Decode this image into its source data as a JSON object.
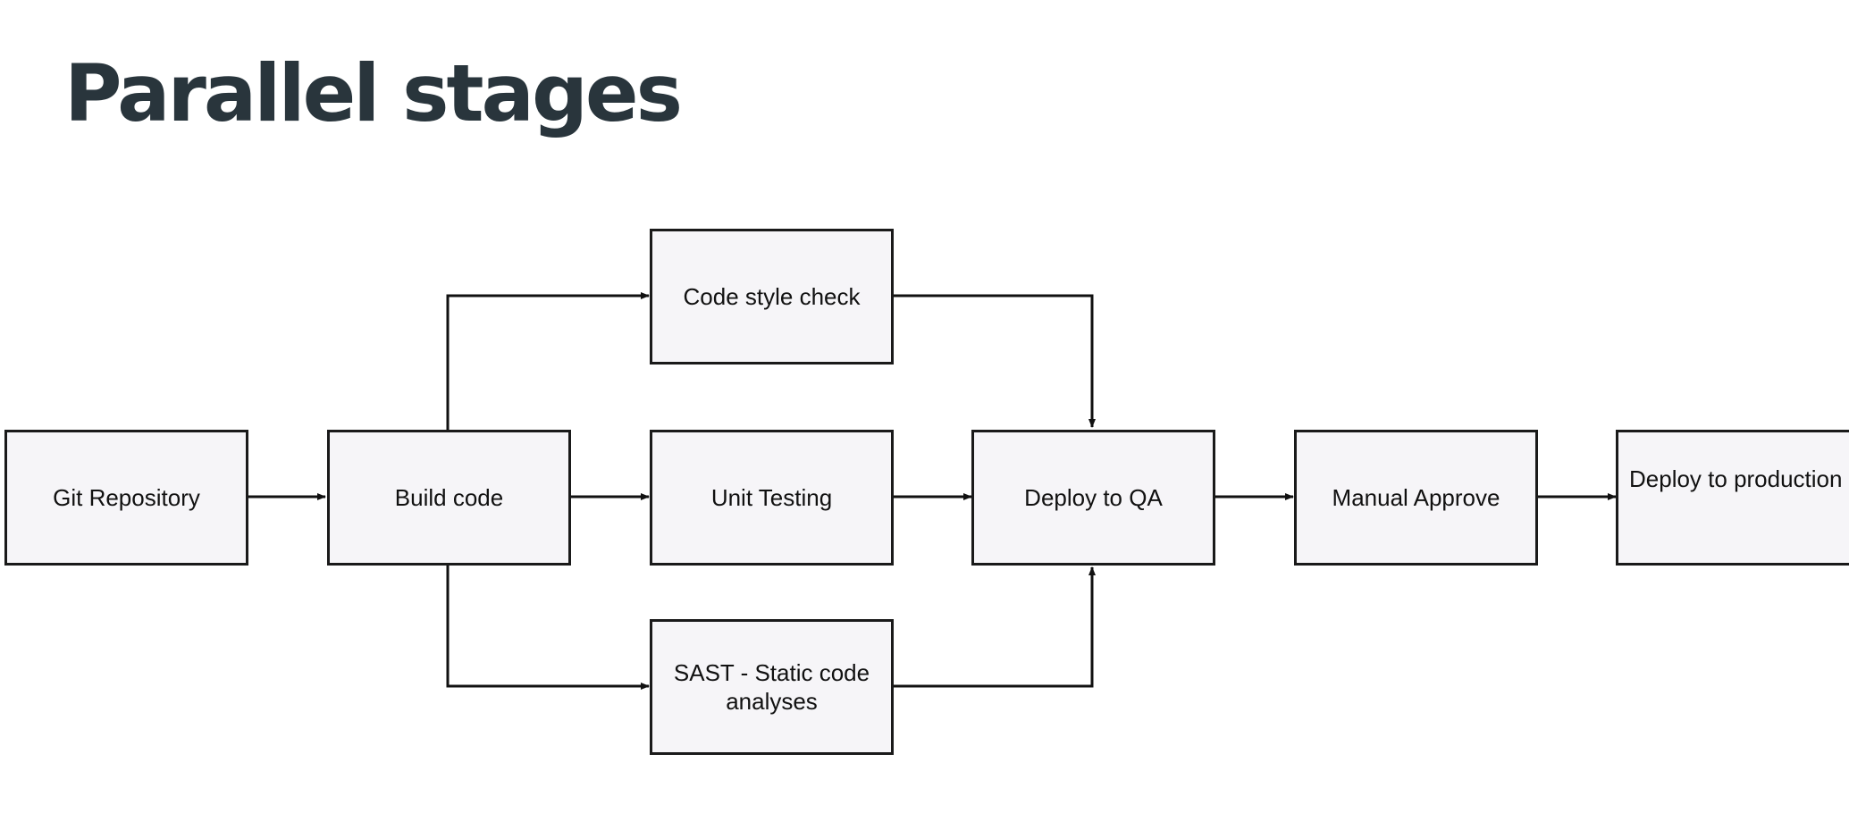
{
  "title": "Parallel stages",
  "colors": {
    "title": "#29353c",
    "box_fill": "#f6f5f8",
    "stroke": "#1a1a1a"
  },
  "nodes": {
    "git_repository": "Git Repository",
    "build_code": "Build code",
    "code_style_check": "Code style check",
    "unit_testing": "Unit Testing",
    "sast": "SAST - Static code analyses",
    "deploy_qa": "Deploy to QA",
    "manual_approve": "Manual Approve",
    "deploy_production": "Deploy to production"
  }
}
